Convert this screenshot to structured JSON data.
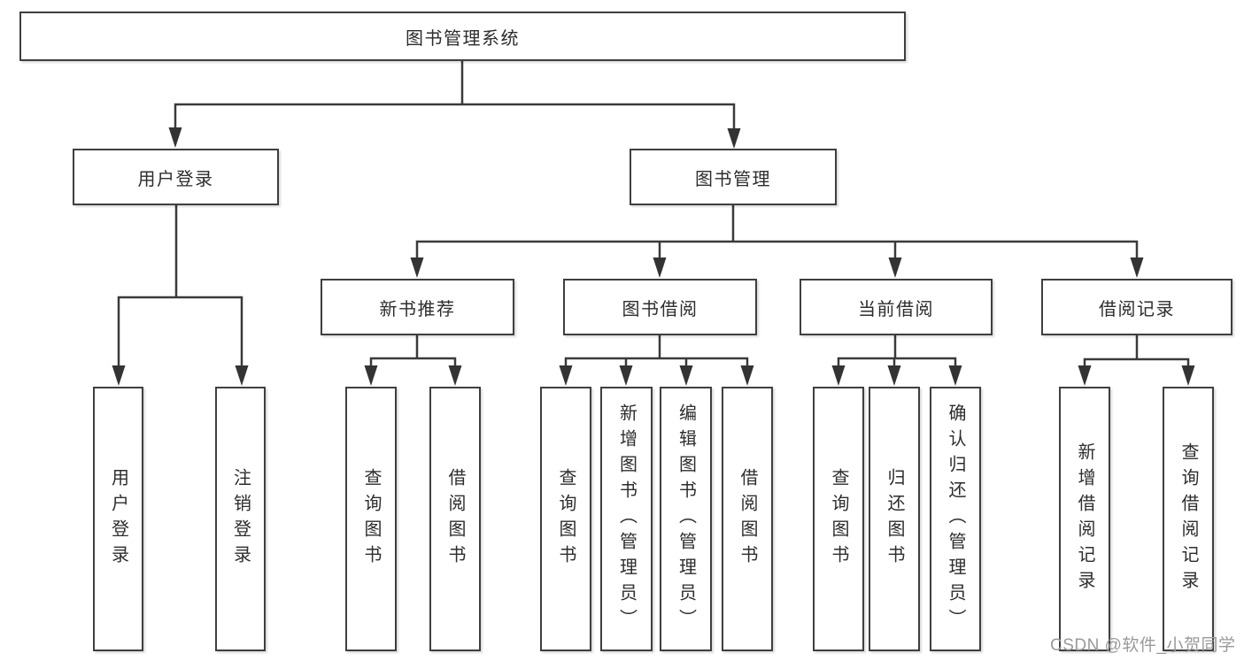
{
  "colors": {
    "background": "#ffffff",
    "box_border": "#3f3f3f",
    "connector_line": "#3a3a3a",
    "text": "#2d2d2d",
    "watermark_text": "#9a9a9a"
  },
  "nodes": {
    "root": {
      "label": "图书管理系统"
    },
    "user_login": {
      "label": "用户登录"
    },
    "book_mgmt": {
      "label": "图书管理"
    },
    "new_book_rec": {
      "label": "新书推荐"
    },
    "book_borrow": {
      "label": "图书借阅"
    },
    "current_borrow": {
      "label": "当前借阅"
    },
    "borrow_records": {
      "label": "借阅记录"
    },
    "leaves": {
      "user_login": {
        "label": "用户登录"
      },
      "logout": {
        "label": "注销登录"
      },
      "rec_query_book": {
        "label": "查询图书"
      },
      "rec_borrow_book": {
        "label": "借阅图书"
      },
      "bb_query_book": {
        "label": "查询图书"
      },
      "bb_add_book": {
        "label": "新增图书（管理员）"
      },
      "bb_edit_book": {
        "label": "编辑图书（管理员）"
      },
      "bb_borrow_book": {
        "label": "借阅图书"
      },
      "cb_query_book": {
        "label": "查询图书"
      },
      "cb_return_book": {
        "label": "归还图书"
      },
      "cb_confirm_return": {
        "label": "确认归还（管理员）"
      },
      "br_add_record": {
        "label": "新增借阅记录"
      },
      "br_query_record": {
        "label": "查询借阅记录"
      }
    }
  },
  "watermark": {
    "text": "CSDN @软件_小贺同学"
  }
}
